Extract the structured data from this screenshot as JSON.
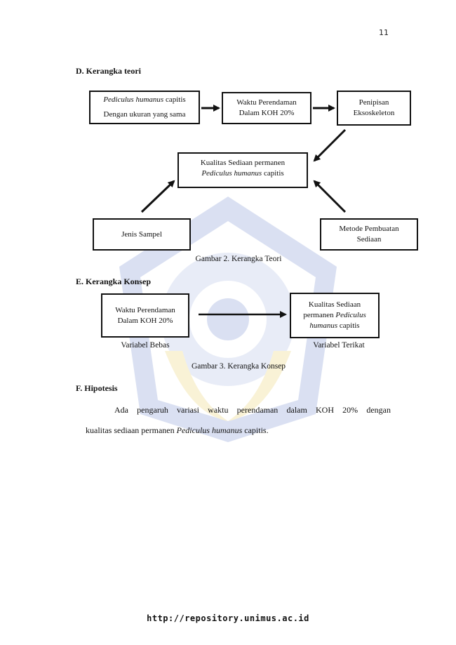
{
  "page_number": "11",
  "section_d": {
    "heading": "D. Kerangka teori",
    "boxes": {
      "sample": {
        "italic": "Pediculus humanus",
        "rest": " capitis",
        "line2": "Dengan ukuran yang sama"
      },
      "soak": {
        "line1": "Waktu Perendaman",
        "line2": "Dalam KOH 20%"
      },
      "thin": {
        "line1": "Penipisan",
        "line2": "Eksoskeleton"
      },
      "quality": {
        "line1": "Kualitas Sediaan permanen",
        "italic": "Pediculus humanus",
        "rest": " capitis"
      },
      "type": {
        "line1": "Jenis Sampel"
      },
      "method": {
        "line1": "Metode Pembuatan",
        "line2": "Sediaan"
      }
    },
    "caption": "Gambar 2. Kerangka Teori"
  },
  "section_e": {
    "heading": "E. Kerangka Konsep",
    "independent_box": {
      "line1": "Waktu Perendaman",
      "line2": "Dalam KOH 20%"
    },
    "dependent_box": {
      "line1": "Kualitas Sediaan",
      "line2_pre": "permanen ",
      "line2_italic": "Pediculus",
      "line3_italic": "humanus",
      "line3_rest": " capitis"
    },
    "label_independent": "Variabel Bebas",
    "label_dependent": "Variabel Terikat",
    "caption": "Gambar 3. Kerangka Konsep"
  },
  "section_f": {
    "heading": "F. Hipotesis",
    "line1": "Ada pengaruh variasi waktu perendaman dalam KOH 20% dengan",
    "line2_pre": "kualitas sediaan permanen ",
    "line2_italic": "Pediculus humanus",
    "line2_post": " capitis."
  },
  "footer": "http://repository.unimus.ac.id",
  "colors": {
    "watermark_blue": "#5a78c8",
    "watermark_yellow": "#e8c84a"
  }
}
